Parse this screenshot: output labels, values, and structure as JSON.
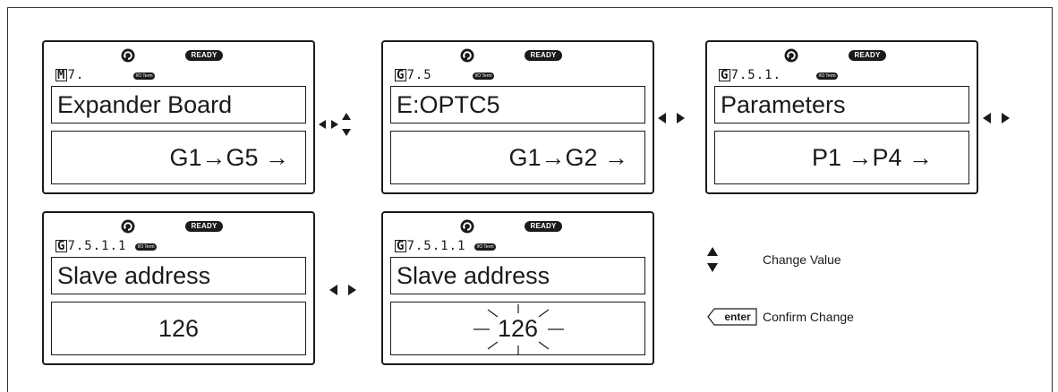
{
  "panels": [
    {
      "code_first": "M",
      "code_rest": "7.",
      "title": "Expander Board",
      "value": "G1→G5 →",
      "ready": "READY",
      "io": "I/O Term"
    },
    {
      "code_first": "G",
      "code_rest": "7.5",
      "title": "E:OPTC5",
      "value": "G1→G2 →",
      "ready": "READY",
      "io": "I/O Term"
    },
    {
      "code_first": "G",
      "code_rest": "7.5.1.",
      "title": "Parameters",
      "value": "P1 →P4 →",
      "ready": "READY",
      "io": "I/O Term"
    },
    {
      "code_first": "G",
      "code_rest": "7.5.1.1",
      "title": "Slave address",
      "value": "126",
      "ready": "READY",
      "io": "I/O Term"
    },
    {
      "code_first": "G",
      "code_rest": "7.5.1.1",
      "title": "Slave address",
      "value": "126",
      "ready": "READY",
      "io": "I/O Term"
    }
  ],
  "legend": {
    "change_value": "Change Value",
    "enter_key": "enter",
    "confirm_change": "Confirm Change"
  },
  "icons": {
    "rotation": "rotation-direction-icon",
    "nav_left_right": "left-right-arrows-icon",
    "nav_up_down": "up-down-arrows-icon",
    "enter": "enter-key-icon"
  }
}
